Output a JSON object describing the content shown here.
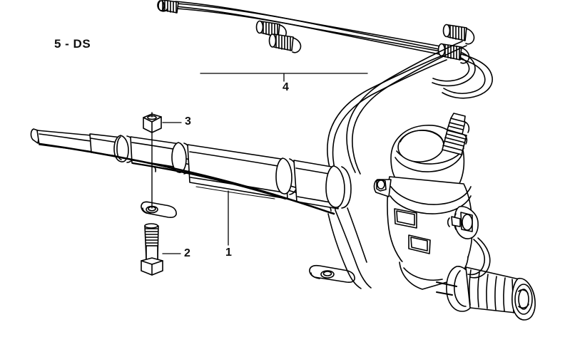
{
  "diagram": {
    "title": "5 - DS",
    "background_color": "#ffffff",
    "line_color": "#000000",
    "subject": "hydraulic-power-steering-rack-assembly",
    "callouts": [
      {
        "id": "1",
        "label": "1",
        "part": "steering-rack-housing"
      },
      {
        "id": "2",
        "label": "2",
        "part": "hex-head-bolt"
      },
      {
        "id": "3",
        "label": "3",
        "part": "hex-nut"
      },
      {
        "id": "4",
        "label": "4",
        "part": "hydraulic-pressure-lines"
      }
    ]
  }
}
